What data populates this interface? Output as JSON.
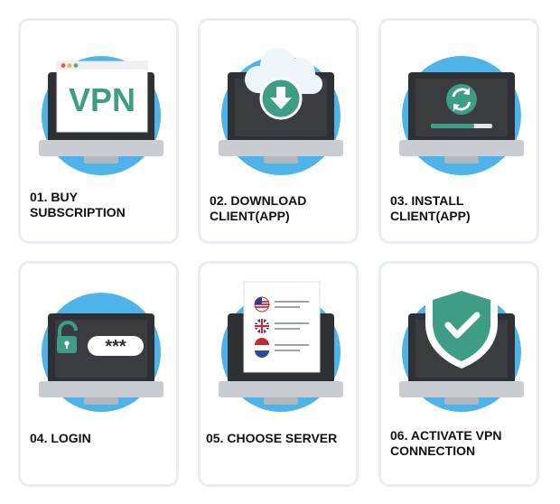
{
  "steps": [
    {
      "label": "01. BUY\nSUBSCRIPTION",
      "art_text": "VPN",
      "icon": "vpn-browser-icon"
    },
    {
      "label": "02. DOWNLOAD\nCLIENT(APP)",
      "icon": "cloud-download-icon"
    },
    {
      "label": "03. INSTALL\nCLIENT(APP)",
      "icon": "install-sync-icon"
    },
    {
      "label": "04. LOGIN",
      "art_text": "***",
      "icon": "lock-password-icon"
    },
    {
      "label": "05. CHOOSE SERVER",
      "icon": "server-list-icon"
    },
    {
      "label": "06. ACTIVATE VPN\nCONNECTION",
      "icon": "shield-check-icon"
    }
  ],
  "colors": {
    "circle": "#4eb3e8",
    "laptop": "#2f3033",
    "laptop_base": "#c9ccd1",
    "accent_green": "#3e9e83",
    "card_border": "#e8eef4"
  }
}
